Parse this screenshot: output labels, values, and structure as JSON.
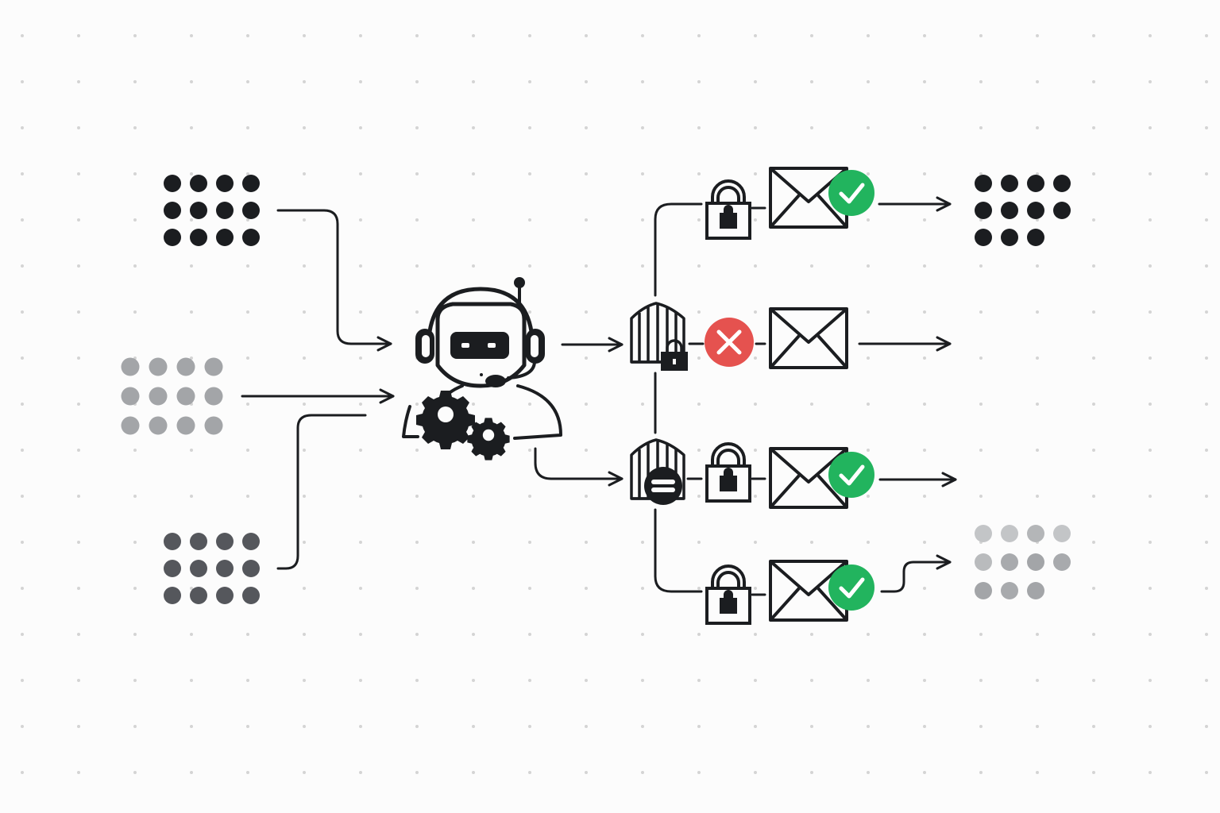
{
  "colors": {
    "background": "#fcfcfc",
    "grid_dot": "#d4d4d4",
    "ink": "#1b1d20",
    "dark_gray": "#55575c",
    "mid_gray": "#a3a5a8",
    "light_gray": "#c3c5c7",
    "success": "#22b45e",
    "error": "#e5524f",
    "white": "#ffffff"
  },
  "sources": [
    {
      "name": "source-dark",
      "tone": "ink",
      "count": 12
    },
    {
      "name": "source-gray",
      "tone": "mid_gray",
      "count": 12
    },
    {
      "name": "source-slate",
      "tone": "dark_gray",
      "count": 12
    }
  ],
  "processor": {
    "icon": "robot-headset-agent-icon",
    "accessory_icon": "gears-icon"
  },
  "gateways": [
    {
      "icon": "firewall-lock-icon"
    },
    {
      "icon": "firewall-filter-icon"
    }
  ],
  "routes": [
    {
      "lock_icon": "padlock-icon",
      "envelope_icon": "envelope-icon",
      "status": "approved",
      "status_icon": "check-icon",
      "destination": "destination-dark"
    },
    {
      "lock_icon": null,
      "envelope_icon": "envelope-icon",
      "status": "rejected",
      "status_icon": "x-icon",
      "destination": null
    },
    {
      "lock_icon": "padlock-icon",
      "envelope_icon": "envelope-icon",
      "status": "approved",
      "status_icon": "check-icon",
      "destination": null
    },
    {
      "lock_icon": "padlock-icon",
      "envelope_icon": "envelope-icon",
      "status": "approved",
      "status_icon": "check-icon",
      "destination": "destination-gray"
    }
  ],
  "destinations": [
    {
      "name": "destination-dark",
      "tone": "ink",
      "count": 11
    },
    {
      "name": "destination-gray",
      "tone": "mixed_gray",
      "count": 11
    }
  ]
}
